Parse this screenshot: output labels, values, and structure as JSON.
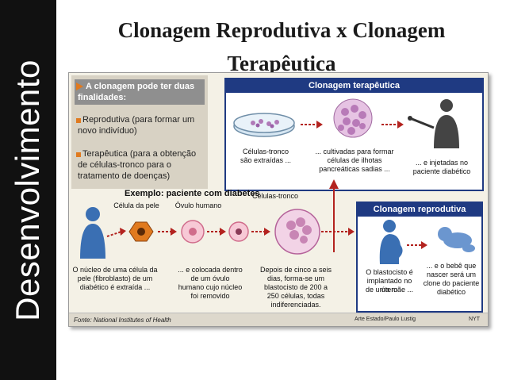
{
  "sidebar": {
    "label": "Desenvolvimento"
  },
  "title": "Clonagem Reprodutiva x Clonagem Terapêutica",
  "figure": {
    "intro": {
      "heading_line1": "A clonagem pode ter duas",
      "heading_line2": "finalidades:",
      "reprodutiva_line1": "Reprodutiva (para formar um",
      "reprodutiva_line2": "novo indivíduo)",
      "terapeutica_line1": "Terapêutica (para a obtenção",
      "terapeutica_line2": "de células-tronco para o",
      "terapeutica_line3": "tratamento de doenças)"
    },
    "therapeutic": {
      "title": "Clonagem terapêutica",
      "step1_line1": "Células-tronco",
      "step1_line2": "são extraídas ...",
      "step2_line1": "... cultivadas para formar",
      "step2_line2": "células de ilhotas",
      "step2_line3": "pancreáticas sadias ...",
      "step3_line1": "... e injetadas no",
      "step3_line2": "paciente diabético"
    },
    "example_title": "Exemplo: paciente com diabetes",
    "labels": {
      "skin_cell": "Célula da pele",
      "ovum": "Óvulo humano",
      "stem_cells": "Células-tronco"
    },
    "steps": {
      "s1_line1": "O núcleo de uma célula da",
      "s1_line2": "pele (fibroblasto) de um",
      "s1_line3": "diabético é extraída ...",
      "s2_line1": "... e colocada dentro",
      "s2_line2": "de um óvulo",
      "s2_line3": "humano cujo núcleo",
      "s2_line4": "foi removido",
      "s3_line1": "Depois de cinco a seis",
      "s3_line2": "dias, forma-se um",
      "s3_line3": "blastocisto de 200 a",
      "s3_line4": "250 células, todas",
      "s3_line5": "indiferenciadas."
    },
    "reproductive": {
      "title": "Clonagem reprodutiva",
      "r1_line1": "O blastocisto é",
      "r1_line2": "implantado no útero",
      "r1_line3": "de uma mãe ...",
      "r2_line1": "... e o bebê que",
      "r2_line2": "nascer será um",
      "r2_line3": "clone do paciente",
      "r2_line4": "diabético"
    },
    "source": "Fonte: National Institutes of Health",
    "credit": "Arte Estado/Paulo Lustig",
    "agency": "NYT"
  },
  "colors": {
    "sidebar_bg": "#111111",
    "box_blue": "#1f3a82",
    "arrow_red": "#b3231f",
    "figure_bg": "#f4f1e6",
    "intro_bg": "#d8d2c4",
    "accent_orange": "#e07a1f"
  }
}
